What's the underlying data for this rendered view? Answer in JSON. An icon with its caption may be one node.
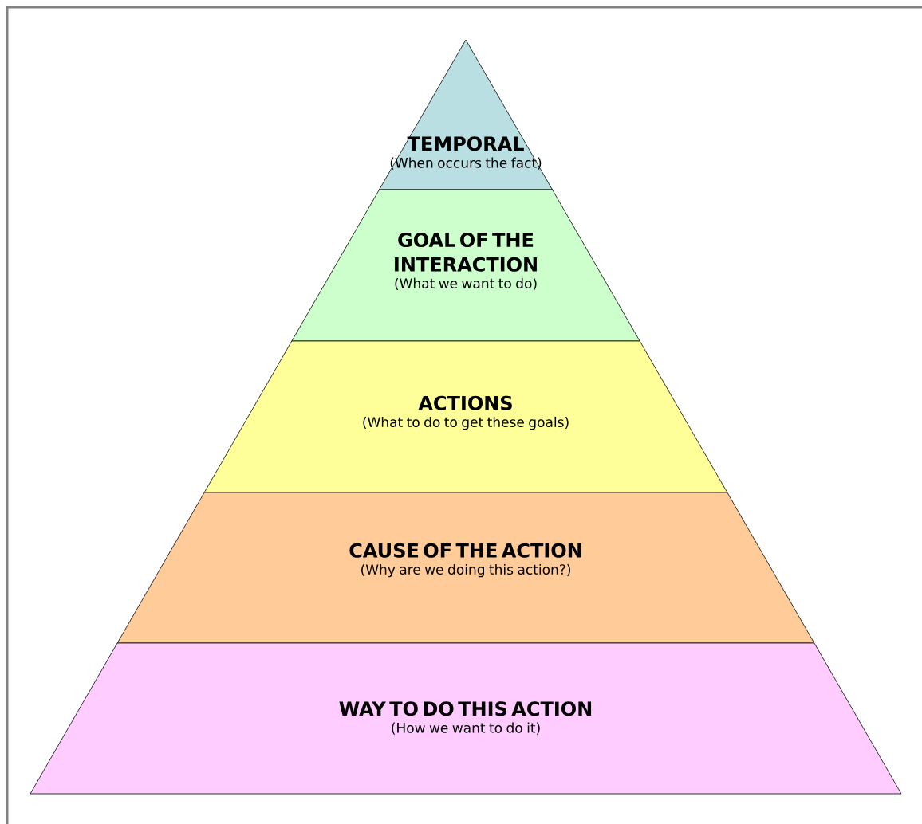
{
  "diagram": {
    "nodes": [
      {
        "text": [
          "TEMPORAL",
          "(When occurs the fact)"
        ]
      },
      {
        "text": [
          "GOAL OF THE INTERACTION",
          "(What we want to do)"
        ]
      },
      {
        "text": [
          "ACTIONS",
          "(What to do to get these goals)"
        ]
      },
      {
        "text": [
          "CAUSE OF THE ACTION",
          "(Why are we doing this action?)"
        ]
      },
      {
        "text": [
          "WAY TO DO THIS ACTION",
          "(How we want to do it)"
        ]
      }
    ]
  }
}
